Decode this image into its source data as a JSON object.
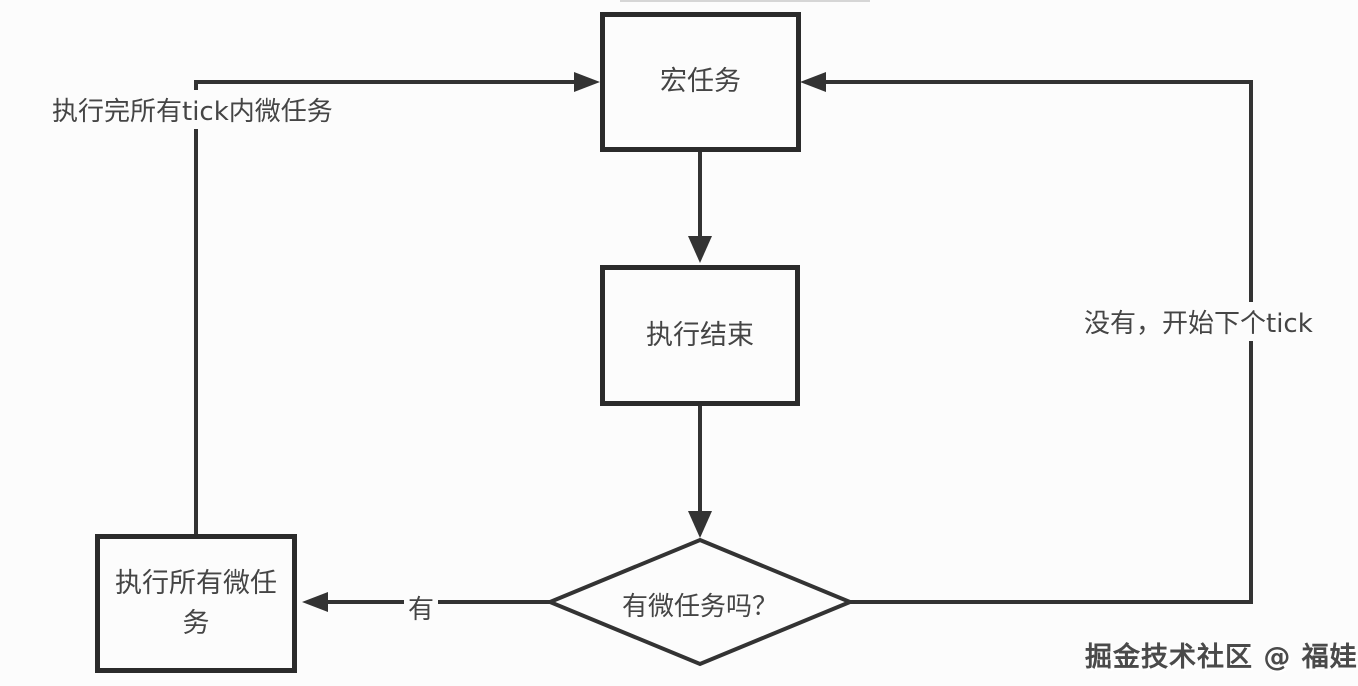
{
  "diagram": {
    "background": "#fcfcfc",
    "line_color": "#333333",
    "box_border_color": "#2b2b2b",
    "text_color": "#454545",
    "nodes": {
      "macro_task": {
        "label": "宏任务",
        "shape": "rect"
      },
      "exec_end": {
        "label": "执行结束",
        "shape": "rect"
      },
      "has_microtask": {
        "label": "有微任务吗？",
        "shape": "diamond"
      },
      "run_microtasks": {
        "label": "执行所有微任务",
        "shape": "rect"
      }
    },
    "edge_labels": {
      "left_loop": "执行完所有tick内微任务",
      "no_next_tick": "没有，开始下个tick",
      "yes": "有"
    },
    "edges": [
      {
        "from": "macro_task",
        "to": "exec_end"
      },
      {
        "from": "exec_end",
        "to": "has_microtask"
      },
      {
        "from": "has_microtask",
        "to": "run_microtasks",
        "label": "有"
      },
      {
        "from": "has_microtask",
        "to": "macro_task",
        "label": "没有，开始下个tick"
      },
      {
        "from": "run_microtasks",
        "to": "macro_task",
        "label": "执行完所有tick内微任务"
      }
    ],
    "watermark": "掘金技术社区 @ 福娃B"
  }
}
